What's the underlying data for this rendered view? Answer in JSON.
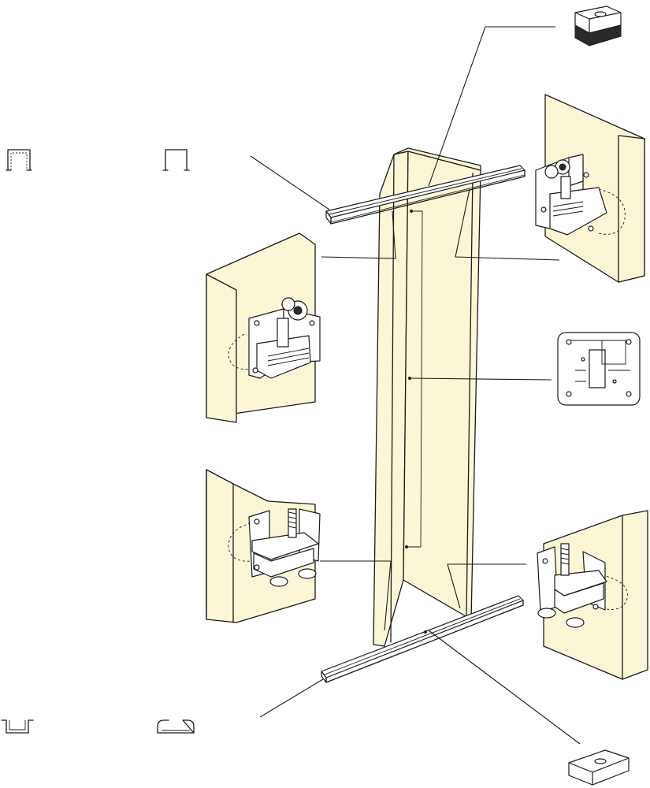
{
  "diagram": {
    "colors": {
      "panel_fill": "#fbf7d6",
      "cabinet_fill": "#fbf7d6",
      "stroke": "#1a1a1a",
      "background": "#ffffff"
    },
    "components": [
      {
        "id": "top-track",
        "label": ""
      },
      {
        "id": "bottom-track",
        "label": ""
      },
      {
        "id": "folding-door-panels",
        "label": ""
      },
      {
        "id": "top-left-hinge-roller",
        "label": ""
      },
      {
        "id": "top-right-hinge-roller",
        "label": ""
      },
      {
        "id": "bottom-left-pivot-bracket",
        "label": ""
      },
      {
        "id": "bottom-right-pivot-bracket",
        "label": ""
      },
      {
        "id": "panel-connector-plate",
        "label": ""
      },
      {
        "id": "top-track-stopper",
        "label": ""
      },
      {
        "id": "bottom-track-stopper",
        "label": ""
      }
    ],
    "profiles": [
      {
        "id": "top-track-profile-a",
        "shape": "open-channel-down"
      },
      {
        "id": "top-track-profile-b",
        "shape": "open-channel-down"
      },
      {
        "id": "bottom-track-profile-a",
        "shape": "open-channel-up"
      },
      {
        "id": "bottom-track-profile-b",
        "shape": "rounded-channel"
      }
    ]
  }
}
